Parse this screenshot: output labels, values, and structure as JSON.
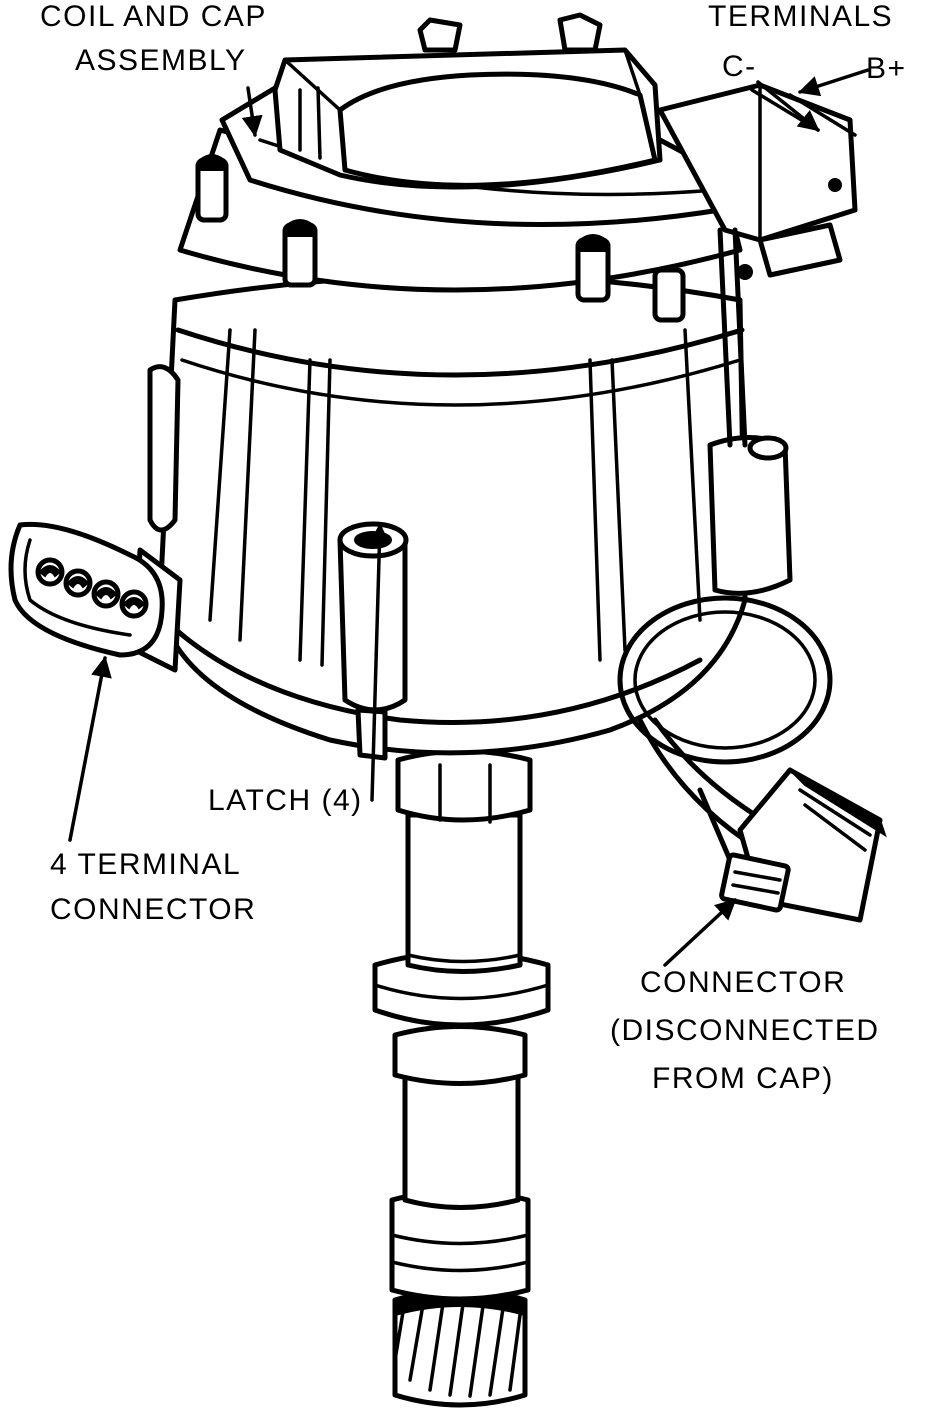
{
  "labels": {
    "coil_cap_line1": "COIL AND CAP",
    "coil_cap_line2": "ASSEMBLY",
    "terminals": "TERMINALS",
    "terminal_c": "C-",
    "terminal_b": "B+",
    "latch": "LATCH (4)",
    "four_terminal_line1": "4 TERMINAL",
    "four_terminal_line2": "CONNECTOR",
    "connector_line1": "CONNECTOR",
    "connector_line2": "(DISCONNECTED",
    "connector_line3": "FROM CAP)"
  }
}
